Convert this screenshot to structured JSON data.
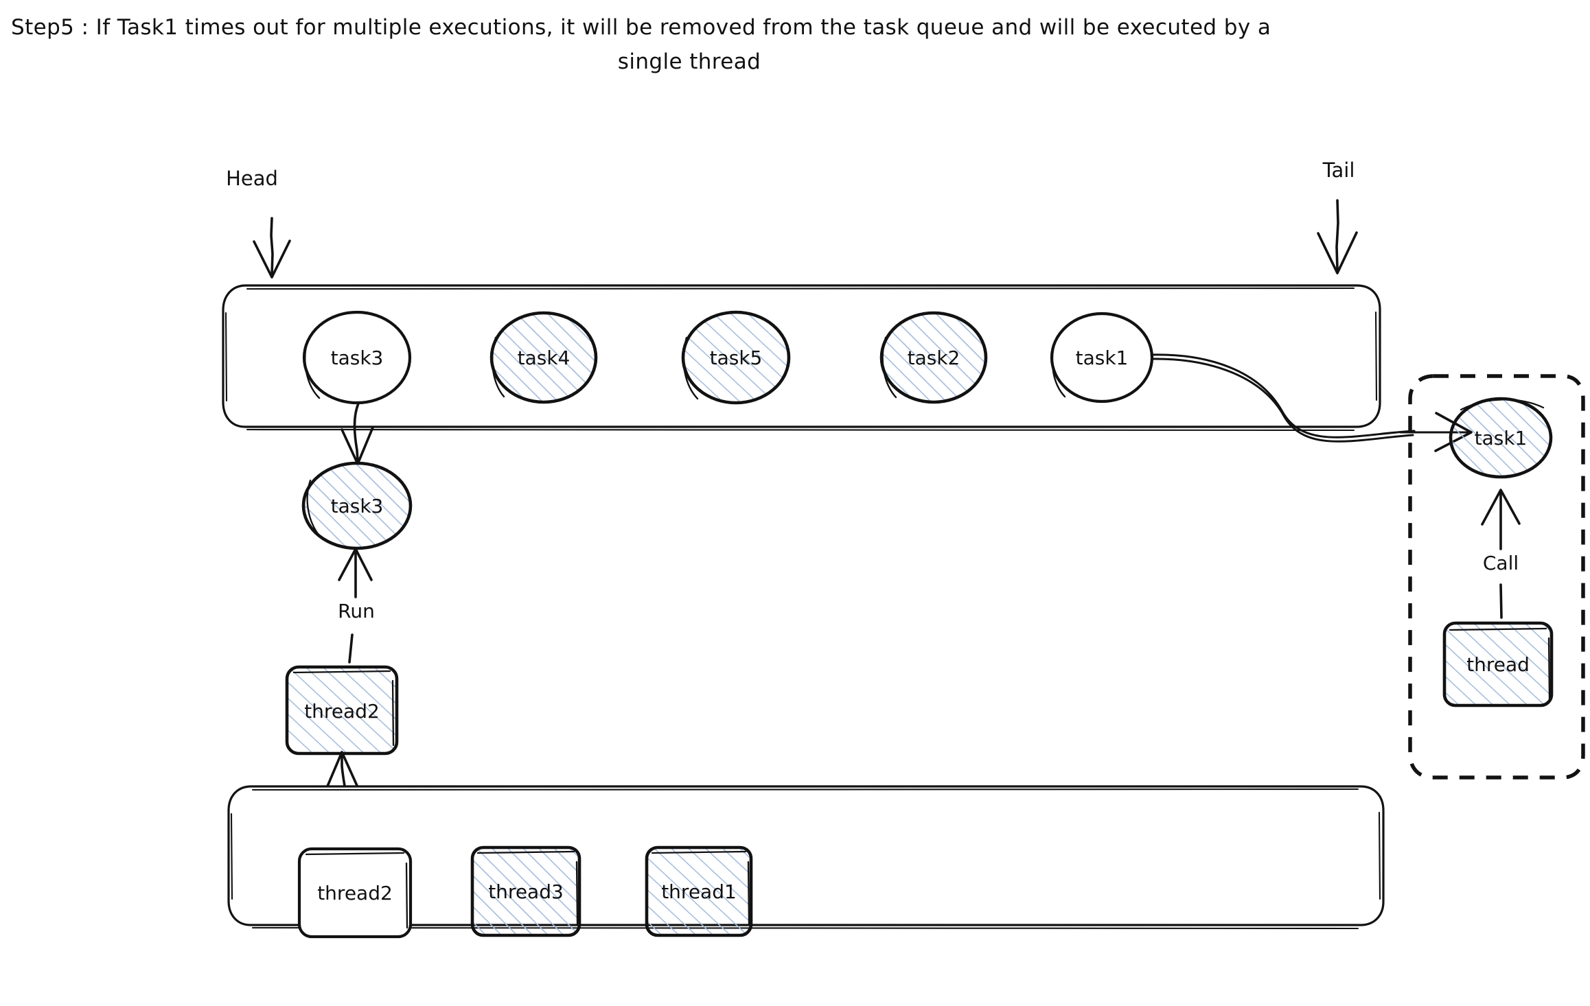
{
  "title": {
    "line1": "Step5 : If Task1 times out for multiple executions, it will be removed from the task queue and will be executed by a",
    "line2": "single thread"
  },
  "pointers": {
    "head": "Head",
    "tail": "Tail"
  },
  "task_queue": {
    "name": "task-queue",
    "nodes": [
      {
        "id": "q-task3",
        "label": "task3",
        "filled": false
      },
      {
        "id": "q-task4",
        "label": "task4",
        "filled": true
      },
      {
        "id": "q-task5",
        "label": "task5",
        "filled": true
      },
      {
        "id": "q-task2",
        "label": "task2",
        "filled": true
      },
      {
        "id": "q-task1",
        "label": "task1",
        "filled": false
      }
    ]
  },
  "running": {
    "task_node": {
      "id": "run-task3",
      "label": "task3",
      "filled": true
    },
    "thread_node": {
      "id": "run-thread2",
      "label": "thread2",
      "filled": true
    },
    "edge_label": "Run"
  },
  "thread_pool": {
    "name": "thread-pool",
    "nodes": [
      {
        "id": "p-thread2",
        "label": "thread2",
        "filled": false
      },
      {
        "id": "p-thread3",
        "label": "thread3",
        "filled": true
      },
      {
        "id": "p-thread1",
        "label": "thread1",
        "filled": true
      }
    ]
  },
  "single_thread_group": {
    "name": "single-thread-group",
    "task_node": {
      "id": "st-task1",
      "label": "task1",
      "filled": true
    },
    "thread_node": {
      "id": "st-thread",
      "label": "thread",
      "filled": true
    },
    "edge_label": "Call"
  },
  "colors": {
    "ink": "#121212",
    "hatch": "#a4bbdd",
    "paper": "#ffffff"
  }
}
